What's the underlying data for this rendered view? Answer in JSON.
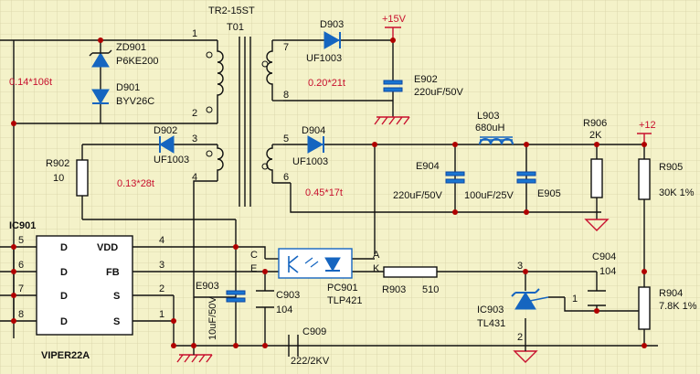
{
  "transformer": {
    "name": "TR2-15ST",
    "ref": "T01"
  },
  "zener": {
    "ref": "ZD901",
    "part": "P6KE200"
  },
  "clamp_diode": {
    "ref": "D901",
    "part": "BYV26C"
  },
  "diode_d902": {
    "ref": "D902",
    "part": "UF1003"
  },
  "diode_d903": {
    "ref": "D903",
    "part": "UF1003"
  },
  "diode_d904": {
    "ref": "D904",
    "part": "UF1003"
  },
  "windings": {
    "primary": "0.14*106t",
    "aux": "0.13*28t",
    "sec15": "0.20*21t",
    "sec12": "0.45*17t"
  },
  "pins": {
    "t1": "1",
    "t2": "2",
    "t3": "3",
    "t4": "4",
    "t5": "5",
    "t6": "6",
    "t7": "7",
    "t8": "8"
  },
  "rails": {
    "v15": "+15V",
    "v12": "+12"
  },
  "e902": {
    "ref": "E902",
    "value": "220uF/50V"
  },
  "r902": {
    "ref": "R902",
    "value": "10"
  },
  "l903": {
    "ref": "L903",
    "value": "680uH"
  },
  "r906": {
    "ref": "R906",
    "value": "2K"
  },
  "e904": {
    "ref": "E904",
    "value": "220uF/50V"
  },
  "e905": {
    "ref": "E905",
    "value": "100uF/25V"
  },
  "r905": {
    "ref": "R905",
    "value": "30K 1%"
  },
  "ic901": {
    "ref": "IC901",
    "part": "VIPER22A",
    "left_pins": [
      "5",
      "6",
      "7",
      "8"
    ],
    "left_labels": [
      "D",
      "D",
      "D",
      "D"
    ],
    "right_labels": [
      "VDD",
      "FB",
      "S",
      "S"
    ],
    "right_pins": [
      "4",
      "3",
      "2",
      "1"
    ]
  },
  "e903": {
    "ref": "E903",
    "value": "10uF/50V"
  },
  "c903": {
    "ref": "C903",
    "value": "104"
  },
  "pc901": {
    "ref": "PC901",
    "part": "TLP421",
    "pins": {
      "c": "C",
      "e": "E",
      "a": "A",
      "k": "K"
    }
  },
  "r903": {
    "ref": "R903",
    "value": "510"
  },
  "c904": {
    "ref": "C904",
    "value": "104"
  },
  "ic903": {
    "ref": "IC903",
    "part": "TL431",
    "pin1": "1",
    "pin2": "2",
    "pin3": "3"
  },
  "r904": {
    "ref": "R904",
    "value": "7.8K 1%"
  },
  "c909": {
    "ref": "C909",
    "value": "222/2KV"
  }
}
